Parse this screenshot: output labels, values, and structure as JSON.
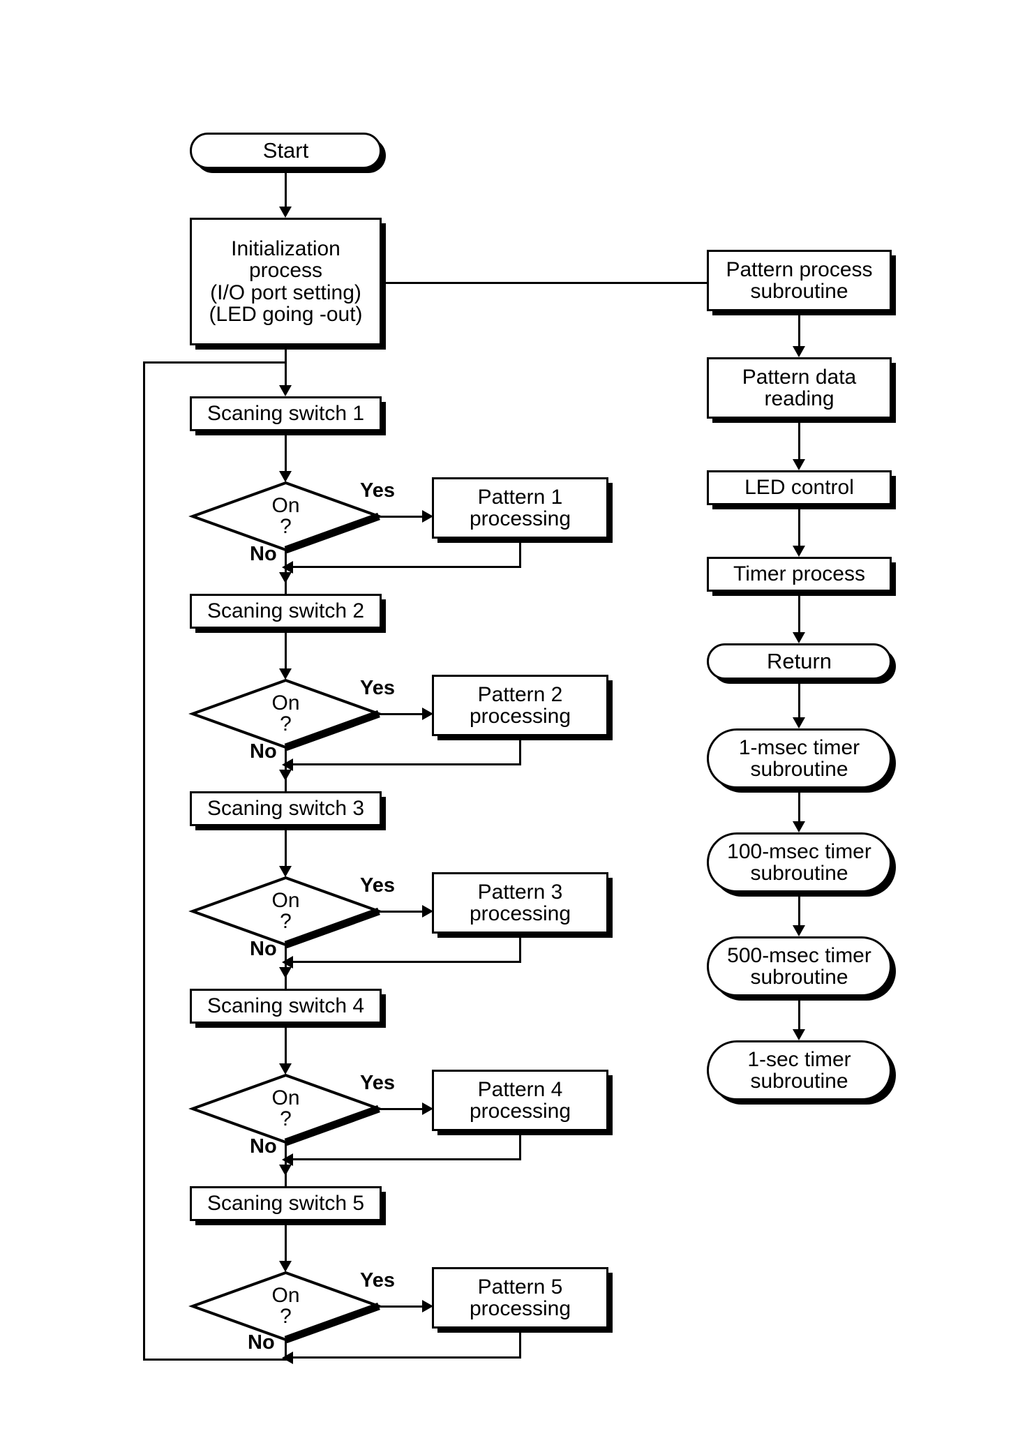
{
  "diagram": {
    "title": "Switch-scanning LED pattern control flowchart",
    "type": "flowchart",
    "colors": {
      "stroke": "#000000",
      "fill": "#ffffff",
      "shadow": "#000000"
    }
  },
  "main_flow": {
    "start": "Start",
    "initialization": "Initialization\nprocess\n(I/O port setting)\n(LED going -out)",
    "initialization_lines": {
      "l1": "Initialization",
      "l2": "process",
      "l3": "(I/O port setting)",
      "l4": "(LED going -out)"
    },
    "decision_lines": {
      "question": "On",
      "mark": "?"
    },
    "edge_labels": {
      "yes": "Yes",
      "no": "No"
    },
    "stages": [
      {
        "scan": "Scaning switch 1",
        "pattern_line1": "Pattern 1",
        "pattern_line2": "processing"
      },
      {
        "scan": "Scaning switch 2",
        "pattern_line1": "Pattern 2",
        "pattern_line2": "processing"
      },
      {
        "scan": "Scaning switch 3",
        "pattern_line1": "Pattern 3",
        "pattern_line2": "processing"
      },
      {
        "scan": "Scaning switch 4",
        "pattern_line1": "Pattern 4",
        "pattern_line2": "processing"
      },
      {
        "scan": "Scaning switch 5",
        "pattern_line1": "Pattern 5",
        "pattern_line2": "processing"
      }
    ]
  },
  "subroutine_flow": {
    "pattern_process": {
      "l1": "Pattern process",
      "l2": "subroutine"
    },
    "pattern_data": {
      "l1": "Pattern data",
      "l2": "reading"
    },
    "led_control": "LED control",
    "timer_process": "Timer process",
    "return": "Return"
  },
  "timer_subroutines": [
    {
      "l1": "1-msec timer",
      "l2": "subroutine"
    },
    {
      "l1": "100-msec timer",
      "l2": "subroutine"
    },
    {
      "l1": "500-msec timer",
      "l2": "subroutine"
    },
    {
      "l1": "1-sec timer",
      "l2": "subroutine"
    }
  ]
}
